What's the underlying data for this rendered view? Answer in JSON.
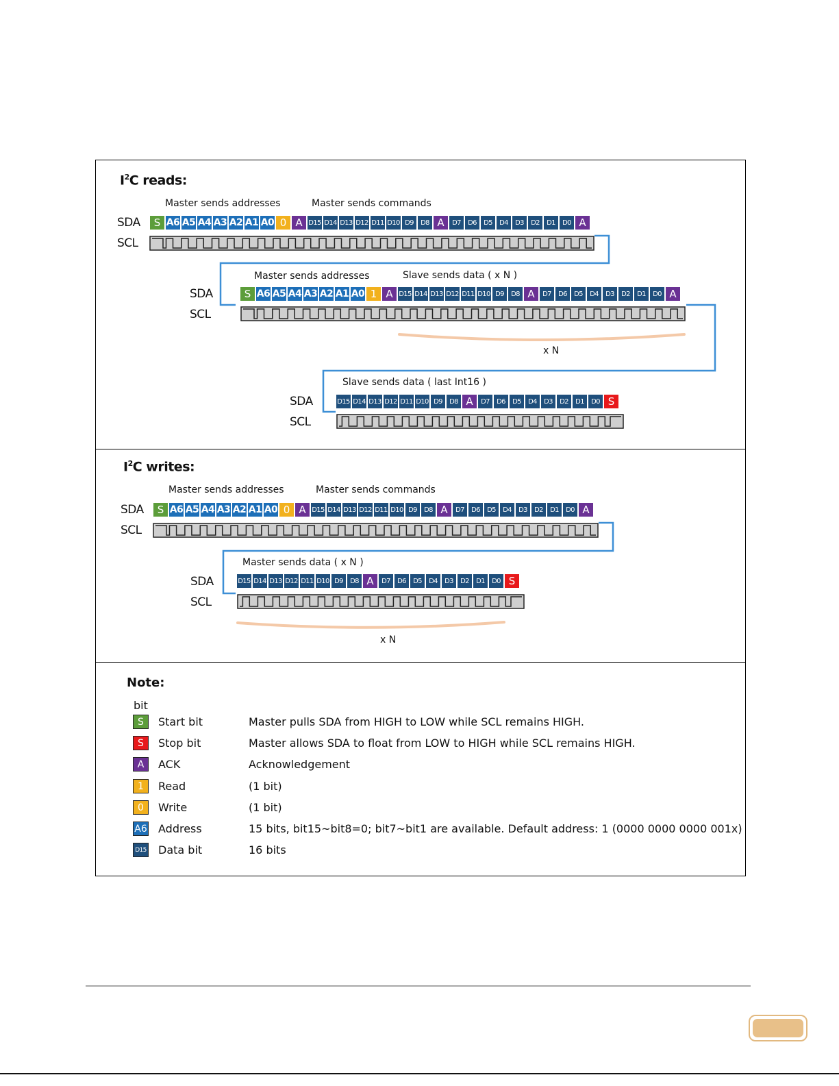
{
  "reads": {
    "title_prefix": "I",
    "title_sup": "2",
    "title_suffix": "C reads:",
    "block1": {
      "label_left": "Master sends addresses",
      "label_right": "Master sends commands",
      "sda_label": "SDA",
      "scl_label": "SCL",
      "bits": [
        {
          "t": "S",
          "k": "start"
        },
        {
          "t": "A6",
          "k": "addr"
        },
        {
          "t": "A5",
          "k": "addr"
        },
        {
          "t": "A4",
          "k": "addr"
        },
        {
          "t": "A3",
          "k": "addr"
        },
        {
          "t": "A2",
          "k": "addr"
        },
        {
          "t": "A1",
          "k": "addr"
        },
        {
          "t": "A0",
          "k": "addr"
        },
        {
          "t": "0",
          "k": "rw"
        },
        {
          "t": "A",
          "k": "ack"
        },
        {
          "t": "D15",
          "k": "data"
        },
        {
          "t": "D14",
          "k": "data"
        },
        {
          "t": "D13",
          "k": "data"
        },
        {
          "t": "D12",
          "k": "data"
        },
        {
          "t": "D11",
          "k": "data"
        },
        {
          "t": "D10",
          "k": "data"
        },
        {
          "t": "D9",
          "k": "data"
        },
        {
          "t": "D8",
          "k": "data"
        },
        {
          "t": "A",
          "k": "ack"
        },
        {
          "t": "D7",
          "k": "data"
        },
        {
          "t": "D6",
          "k": "data"
        },
        {
          "t": "D5",
          "k": "data"
        },
        {
          "t": "D4",
          "k": "data"
        },
        {
          "t": "D3",
          "k": "data"
        },
        {
          "t": "D2",
          "k": "data"
        },
        {
          "t": "D1",
          "k": "data"
        },
        {
          "t": "D0",
          "k": "data"
        },
        {
          "t": "A",
          "k": "ack"
        }
      ]
    },
    "block2": {
      "label_left": "Master sends addresses",
      "label_right": "Slave sends data ( x N )",
      "sda_label": "SDA",
      "scl_label": "SCL",
      "repeat_label": "x N",
      "bits": [
        {
          "t": "S",
          "k": "start"
        },
        {
          "t": "A6",
          "k": "addr"
        },
        {
          "t": "A5",
          "k": "addr"
        },
        {
          "t": "A4",
          "k": "addr"
        },
        {
          "t": "A3",
          "k": "addr"
        },
        {
          "t": "A2",
          "k": "addr"
        },
        {
          "t": "A1",
          "k": "addr"
        },
        {
          "t": "A0",
          "k": "addr"
        },
        {
          "t": "1",
          "k": "rw"
        },
        {
          "t": "A",
          "k": "ack"
        },
        {
          "t": "D15",
          "k": "data"
        },
        {
          "t": "D14",
          "k": "data"
        },
        {
          "t": "D13",
          "k": "data"
        },
        {
          "t": "D12",
          "k": "data"
        },
        {
          "t": "D11",
          "k": "data"
        },
        {
          "t": "D10",
          "k": "data"
        },
        {
          "t": "D9",
          "k": "data"
        },
        {
          "t": "D8",
          "k": "data"
        },
        {
          "t": "A",
          "k": "ack"
        },
        {
          "t": "D7",
          "k": "data"
        },
        {
          "t": "D6",
          "k": "data"
        },
        {
          "t": "D5",
          "k": "data"
        },
        {
          "t": "D4",
          "k": "data"
        },
        {
          "t": "D3",
          "k": "data"
        },
        {
          "t": "D2",
          "k": "data"
        },
        {
          "t": "D1",
          "k": "data"
        },
        {
          "t": "D0",
          "k": "data"
        },
        {
          "t": "A",
          "k": "ack"
        }
      ]
    },
    "block3": {
      "label": "Slave sends data ( last Int16 )",
      "sda_label": "SDA",
      "scl_label": "SCL",
      "bits": [
        {
          "t": "D15",
          "k": "data"
        },
        {
          "t": "D14",
          "k": "data"
        },
        {
          "t": "D13",
          "k": "data"
        },
        {
          "t": "D12",
          "k": "data"
        },
        {
          "t": "D11",
          "k": "data"
        },
        {
          "t": "D10",
          "k": "data"
        },
        {
          "t": "D9",
          "k": "data"
        },
        {
          "t": "D8",
          "k": "data"
        },
        {
          "t": "A",
          "k": "ack"
        },
        {
          "t": "D7",
          "k": "data"
        },
        {
          "t": "D6",
          "k": "data"
        },
        {
          "t": "D5",
          "k": "data"
        },
        {
          "t": "D4",
          "k": "data"
        },
        {
          "t": "D3",
          "k": "data"
        },
        {
          "t": "D2",
          "k": "data"
        },
        {
          "t": "D1",
          "k": "data"
        },
        {
          "t": "D0",
          "k": "data"
        },
        {
          "t": "S",
          "k": "stop"
        }
      ]
    }
  },
  "writes": {
    "title_prefix": "I",
    "title_sup": "2",
    "title_suffix": "C writes:",
    "block1": {
      "label_left": "Master sends addresses",
      "label_right": "Master sends commands",
      "sda_label": "SDA",
      "scl_label": "SCL",
      "bits": [
        {
          "t": "S",
          "k": "start"
        },
        {
          "t": "A6",
          "k": "addr"
        },
        {
          "t": "A5",
          "k": "addr"
        },
        {
          "t": "A4",
          "k": "addr"
        },
        {
          "t": "A3",
          "k": "addr"
        },
        {
          "t": "A2",
          "k": "addr"
        },
        {
          "t": "A1",
          "k": "addr"
        },
        {
          "t": "A0",
          "k": "addr"
        },
        {
          "t": "0",
          "k": "rw"
        },
        {
          "t": "A",
          "k": "ack"
        },
        {
          "t": "D15",
          "k": "data"
        },
        {
          "t": "D14",
          "k": "data"
        },
        {
          "t": "D13",
          "k": "data"
        },
        {
          "t": "D12",
          "k": "data"
        },
        {
          "t": "D11",
          "k": "data"
        },
        {
          "t": "D10",
          "k": "data"
        },
        {
          "t": "D9",
          "k": "data"
        },
        {
          "t": "D8",
          "k": "data"
        },
        {
          "t": "A",
          "k": "ack"
        },
        {
          "t": "D7",
          "k": "data"
        },
        {
          "t": "D6",
          "k": "data"
        },
        {
          "t": "D5",
          "k": "data"
        },
        {
          "t": "D4",
          "k": "data"
        },
        {
          "t": "D3",
          "k": "data"
        },
        {
          "t": "D2",
          "k": "data"
        },
        {
          "t": "D1",
          "k": "data"
        },
        {
          "t": "D0",
          "k": "data"
        },
        {
          "t": "A",
          "k": "ack"
        }
      ]
    },
    "block2": {
      "label": "Master sends data ( x N )",
      "sda_label": "SDA",
      "scl_label": "SCL",
      "repeat_label": "x N",
      "bits": [
        {
          "t": "D15",
          "k": "data"
        },
        {
          "t": "D14",
          "k": "data"
        },
        {
          "t": "D13",
          "k": "data"
        },
        {
          "t": "D12",
          "k": "data"
        },
        {
          "t": "D11",
          "k": "data"
        },
        {
          "t": "D10",
          "k": "data"
        },
        {
          "t": "D9",
          "k": "data"
        },
        {
          "t": "D8",
          "k": "data"
        },
        {
          "t": "A",
          "k": "ack"
        },
        {
          "t": "D7",
          "k": "data"
        },
        {
          "t": "D6",
          "k": "data"
        },
        {
          "t": "D5",
          "k": "data"
        },
        {
          "t": "D4",
          "k": "data"
        },
        {
          "t": "D3",
          "k": "data"
        },
        {
          "t": "D2",
          "k": "data"
        },
        {
          "t": "D1",
          "k": "data"
        },
        {
          "t": "D0",
          "k": "data"
        },
        {
          "t": "S",
          "k": "stop"
        }
      ]
    }
  },
  "note": {
    "title": "Note:",
    "subtitle": "bit",
    "legend": [
      {
        "symbol": "S",
        "kind": "start",
        "name": "Start bit",
        "desc": "Master pulls SDA from HIGH to LOW while SCL remains HIGH."
      },
      {
        "symbol": "S",
        "kind": "stop",
        "name": "Stop bit",
        "desc": "Master allows SDA to float from LOW to HIGH while SCL remains HIGH."
      },
      {
        "symbol": "A",
        "kind": "ack",
        "name": "ACK",
        "desc": "Acknowledgement"
      },
      {
        "symbol": "1",
        "kind": "rw",
        "name": "Read",
        "desc": "(1 bit)"
      },
      {
        "symbol": "0",
        "kind": "rw",
        "name": "Write",
        "desc": "(1 bit)"
      },
      {
        "symbol": "A6",
        "kind": "addr",
        "name": "Address",
        "desc": "15 bits, bit15~bit8=0; bit7~bit1 are available. Default address: 1 (0000 0000 0000 001x)"
      },
      {
        "symbol": "D15",
        "kind": "data",
        "name": "Data bit",
        "desc": "16 bits"
      }
    ]
  },
  "colors": {
    "start": "#5c9d3a",
    "stop": "#e8191b",
    "ack": "#6a3194",
    "rw": "#f2b11d",
    "addr": "#1d6fb8",
    "data": "#1f4f7c",
    "scl_fill": "#cfcfcf",
    "connector": "#3d8fd6",
    "repeat_arc": "#f4c9a8"
  }
}
